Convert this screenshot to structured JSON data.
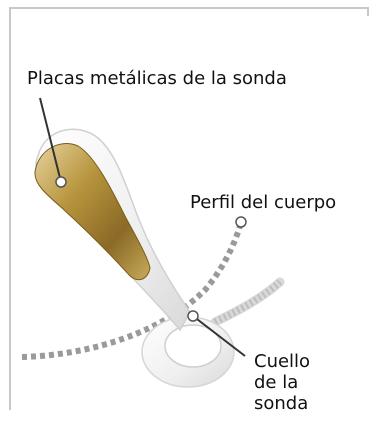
{
  "labels": {
    "plates": "Placas metálicas de la sonda",
    "body_profile": "Perfil del cuerpo",
    "neck_line1": "Cuello",
    "neck_line2": "de la",
    "neck_line3": "sonda"
  },
  "colors": {
    "frame_border": "#c8c8c8",
    "plate_gold": "#b8963e",
    "probe_white": "#f2f2f2",
    "dotted_profile": "#9a9a9a",
    "callout_line": "#333333"
  }
}
